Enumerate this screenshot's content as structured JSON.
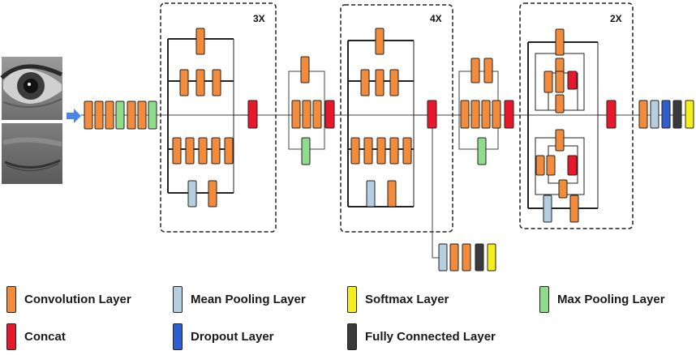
{
  "colors": {
    "conv": "#f28c3c",
    "concat": "#e8172b",
    "mean_pool": "#b6cfe0",
    "max_pool": "#8fdc8a",
    "dropout": "#2f5fcf",
    "fully_connected": "#3a3a3a",
    "softmax": "#f6ee1a",
    "input_arrow": "#4a86e8"
  },
  "modules": {
    "block_a": {
      "repeat": "3X"
    },
    "block_b": {
      "repeat": "4X"
    },
    "block_c": {
      "repeat": "2X"
    }
  },
  "legend": [
    {
      "label": "Convolution  Layer",
      "color_key": "conv"
    },
    {
      "label": "Mean Pooling Layer",
      "color_key": "mean_pool"
    },
    {
      "label": "Softmax Layer",
      "color_key": "softmax"
    },
    {
      "label": "Max Pooling Layer",
      "color_key": "max_pool"
    },
    {
      "label": "Concat",
      "color_key": "concat"
    },
    {
      "label": "Dropout  Layer",
      "color_key": "dropout"
    },
    {
      "label": "Fully Connected  Layer",
      "color_key": "fully_connected"
    }
  ]
}
